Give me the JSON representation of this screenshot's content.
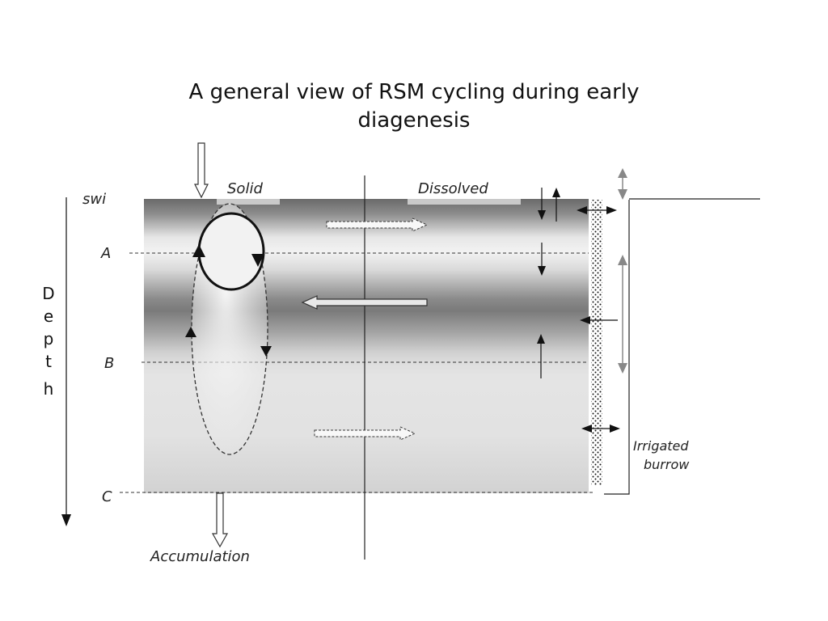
{
  "title": {
    "line1": "A general view of RSM cycling during early",
    "line2": "diagenesis"
  },
  "labels": {
    "swi": "swi",
    "a": "A",
    "b": "B",
    "c": "C",
    "solid": "Solid",
    "dissolved": "Dissolved",
    "irrigated": "Irrigated",
    "burrow": "burrow",
    "accumulation": "Accumulation"
  },
  "depth_axis": {
    "letters": [
      "D",
      "e",
      "p",
      "t",
      "h"
    ]
  }
}
